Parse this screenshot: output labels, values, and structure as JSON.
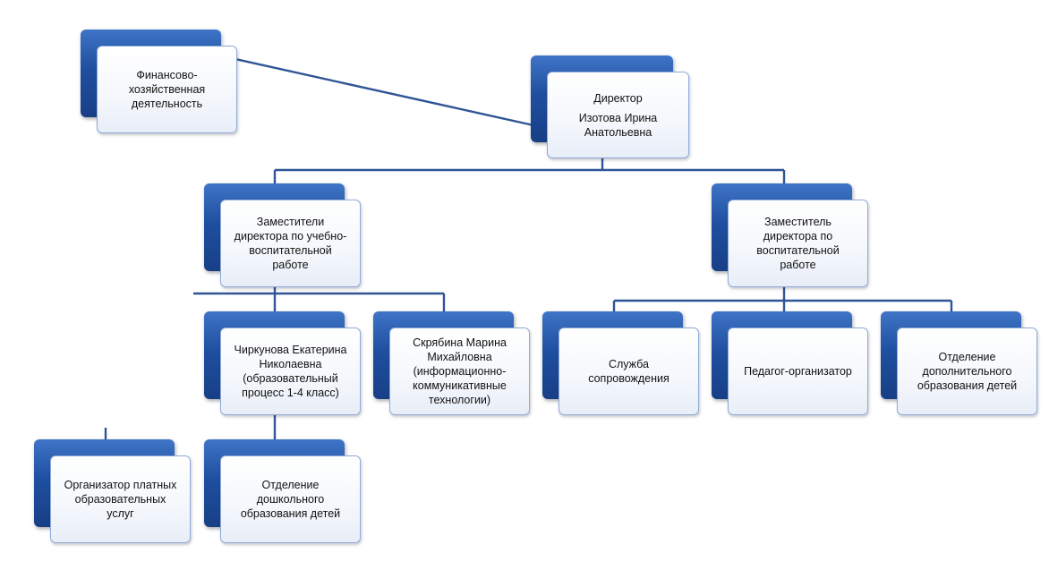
{
  "nodes": {
    "finance": {
      "label": "Финансово-\nхозяйственная\nдеятельность"
    },
    "director": {
      "title": "Директор",
      "name": "Изотова Ирина\nАнатольевна"
    },
    "deputy_edu": {
      "label": "Заместители\nдиректора  по учебно-\nвоспитательной\nработе"
    },
    "deputy_upbringing": {
      "label": "Заместитель\nдиректора по\nвоспитательной\nработе"
    },
    "chirkunova": {
      "label": "Чиркунова Екатерина\nНиколаевна\n(образовательный\nпроцесс 1-4 класс)"
    },
    "skryabina": {
      "label": "Скрябина Марина\nМихайловна\n(информационно-\nкоммуникативные\nтехнологии)"
    },
    "support_service": {
      "label": "Служба\nсопровождения"
    },
    "pedagog_organizer": {
      "label": "Педагог-организатор"
    },
    "additional_education": {
      "label": "Отделение\nдополнительного\nобразования детей"
    },
    "paid_services": {
      "label": "Организатор платных\nобразовательных\nуслуг"
    },
    "preschool": {
      "label": "Отделение\nдошкольного\nобразования детей"
    }
  },
  "colors": {
    "connector": "#2f5597",
    "box_shadow_blue": "#1f4fa0",
    "box_face": "#ffffff",
    "box_border": "#8eaadb"
  }
}
